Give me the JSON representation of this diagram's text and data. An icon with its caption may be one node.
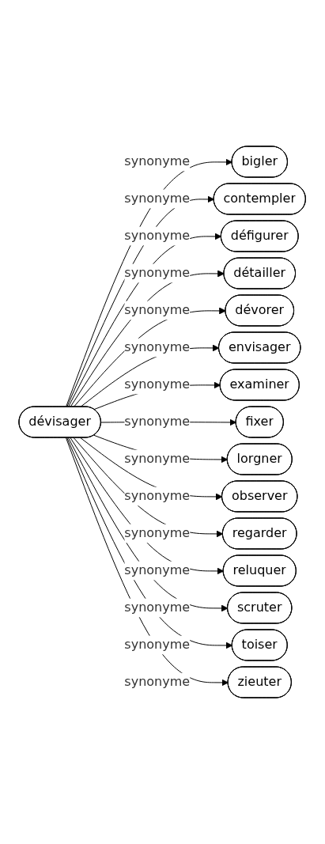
{
  "diagram": {
    "nodes": [
      {
        "text": [
          "dévisager"
        ]
      },
      {
        "text": [
          "bigler"
        ]
      },
      {
        "text": [
          "contempler"
        ]
      },
      {
        "text": [
          "défigurer"
        ]
      },
      {
        "text": [
          "détailler"
        ]
      },
      {
        "text": [
          "dévorer"
        ]
      },
      {
        "text": [
          "envisager"
        ]
      },
      {
        "text": [
          "examiner"
        ]
      },
      {
        "text": [
          "fixer"
        ]
      },
      {
        "text": [
          "lorgner"
        ]
      },
      {
        "text": [
          "observer"
        ]
      },
      {
        "text": [
          "regarder"
        ]
      },
      {
        "text": [
          "reluquer"
        ]
      },
      {
        "text": [
          "scruter"
        ]
      },
      {
        "text": [
          "toiser"
        ]
      },
      {
        "text": [
          "zieuter"
        ]
      }
    ],
    "edges": [
      {
        "from": 0,
        "to": 1,
        "arrow": "to",
        "label": "synonyme"
      },
      {
        "from": 0,
        "to": 2,
        "arrow": "to",
        "label": "synonyme"
      },
      {
        "from": 0,
        "to": 3,
        "arrow": "to",
        "label": "synonyme"
      },
      {
        "from": 0,
        "to": 4,
        "arrow": "to",
        "label": "synonyme"
      },
      {
        "from": 0,
        "to": 5,
        "arrow": "to",
        "label": "synonyme"
      },
      {
        "from": 0,
        "to": 6,
        "arrow": "to",
        "label": "synonyme"
      },
      {
        "from": 0,
        "to": 7,
        "arrow": "to",
        "label": "synonyme"
      },
      {
        "from": 0,
        "to": 8,
        "arrow": "to",
        "label": "synonyme"
      },
      {
        "from": 0,
        "to": 9,
        "arrow": "to",
        "label": "synonyme"
      },
      {
        "from": 0,
        "to": 10,
        "arrow": "to",
        "label": "synonyme"
      },
      {
        "from": 0,
        "to": 11,
        "arrow": "to",
        "label": "synonyme"
      },
      {
        "from": 0,
        "to": 12,
        "arrow": "to",
        "label": "synonyme"
      },
      {
        "from": 0,
        "to": 13,
        "arrow": "to",
        "label": "synonyme"
      },
      {
        "from": 0,
        "to": 14,
        "arrow": "to",
        "label": "synonyme"
      },
      {
        "from": 0,
        "to": 15,
        "arrow": "to",
        "label": "synonyme"
      }
    ]
  }
}
